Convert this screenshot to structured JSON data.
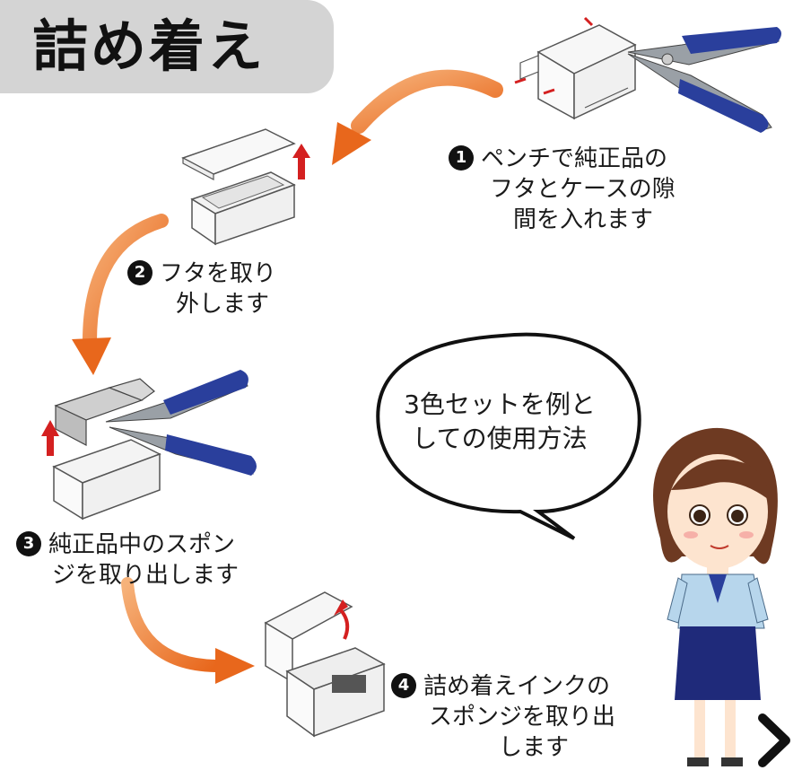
{
  "title": "詰め着え",
  "steps": [
    {
      "number": "1",
      "lines": [
        "ペンチで純正品の",
        "フタとケースの隙",
        "間を入れます"
      ]
    },
    {
      "number": "2",
      "lines": [
        "フタを取り",
        "外します"
      ]
    },
    {
      "number": "3",
      "lines": [
        "純正品中のスポン",
        "ジを取り出します"
      ]
    },
    {
      "number": "4",
      "lines": [
        "詰め着えインクの",
        "スポンジを取り出",
        "します"
      ]
    }
  ],
  "bubble": {
    "lines": [
      "3色セットを例と",
      "しての使用方法"
    ]
  },
  "colors": {
    "arrow": "#ee7d2a",
    "pliers": "#2a3f9c",
    "up_arrow": "#d42020",
    "title_bg": "#d4d4d4"
  },
  "nav": {
    "icon": "chevron-right-icon"
  }
}
